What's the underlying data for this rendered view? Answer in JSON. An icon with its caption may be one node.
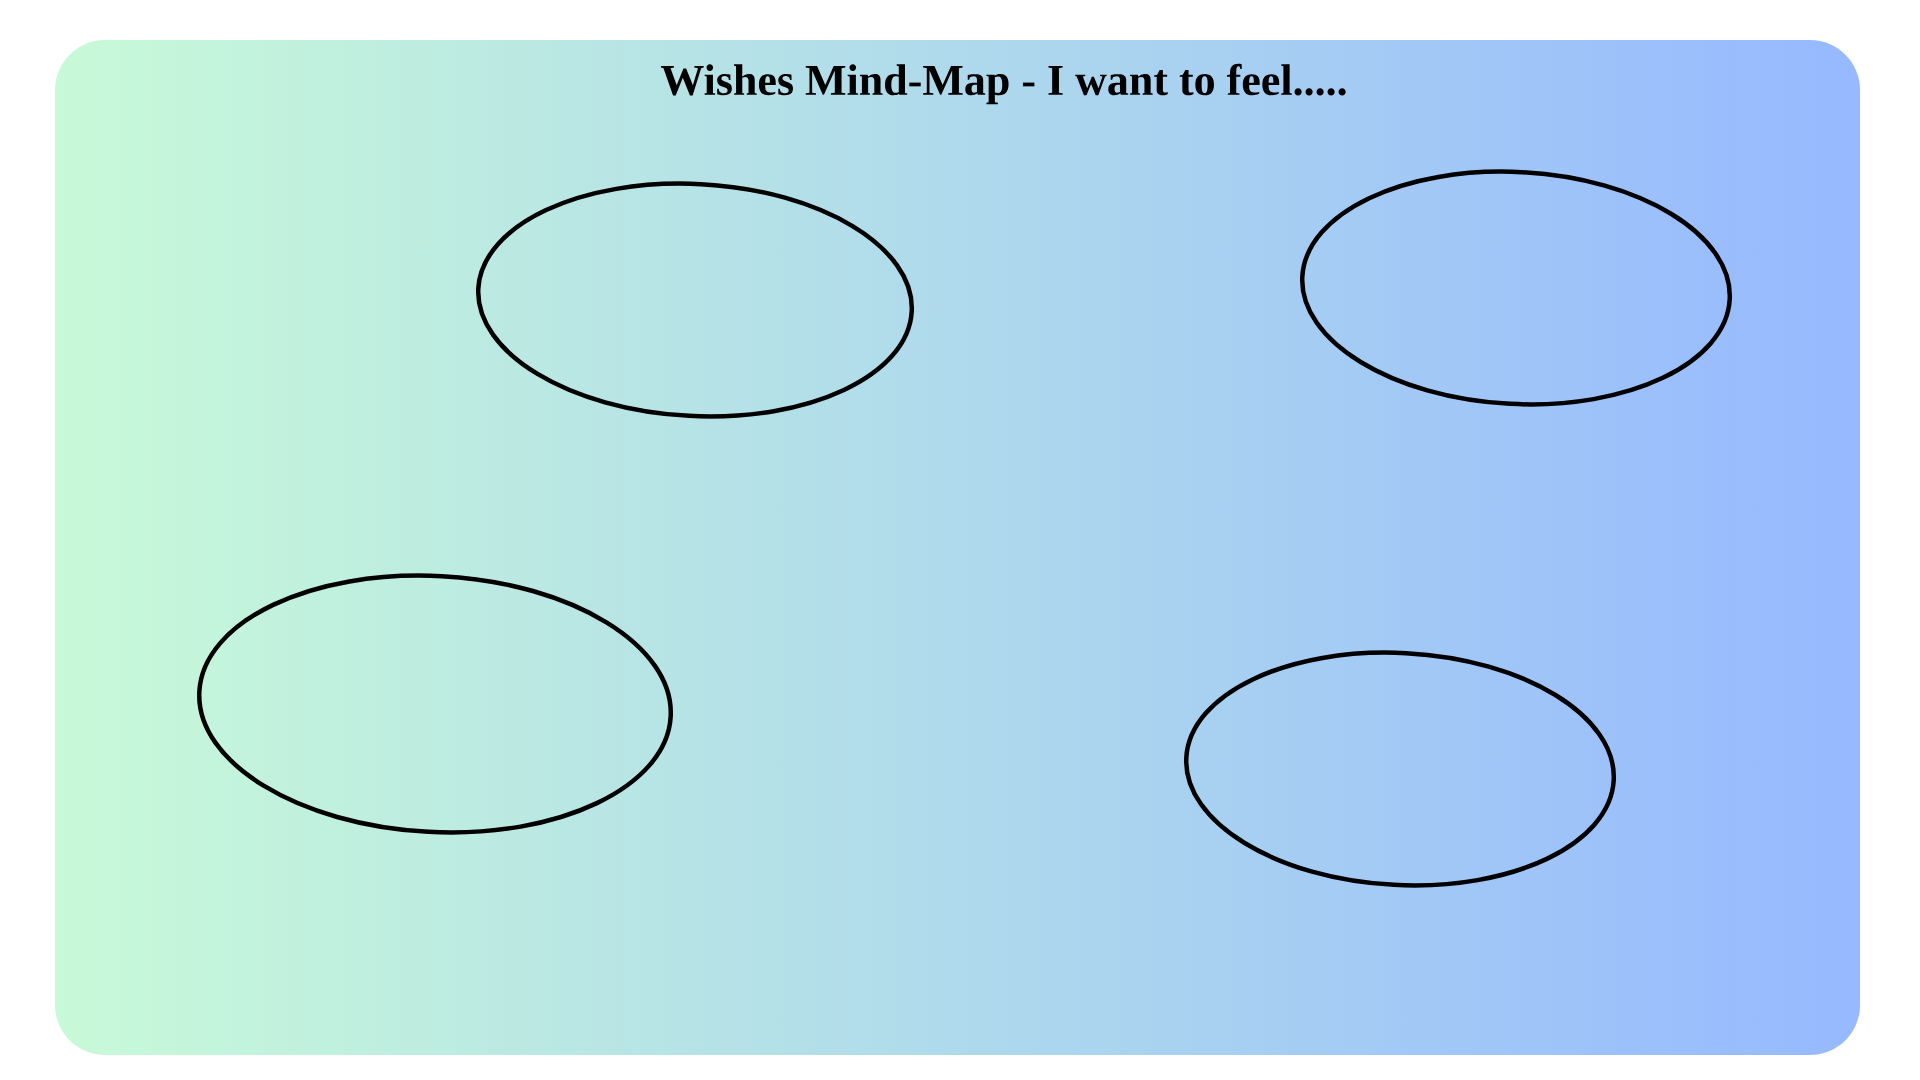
{
  "diagram": {
    "title": "Wishes Mind-Map - I want to feel.....",
    "nodes": [
      {
        "text": [],
        "shape": "circle"
      },
      {
        "text": [],
        "shape": "circle"
      },
      {
        "text": [],
        "shape": "circle"
      },
      {
        "text": [],
        "shape": "circle"
      }
    ]
  }
}
